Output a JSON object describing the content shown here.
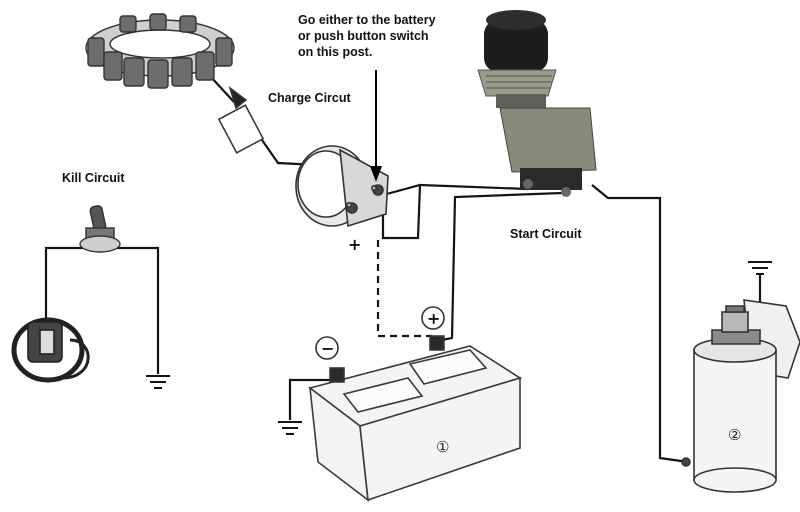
{
  "labels": {
    "note_line1": "Go either to the battery",
    "note_line2": "or push button switch",
    "note_line3": "on this post.",
    "charge": "Charge Circut",
    "kill": "Kill Circuit",
    "start": "Start Circuit"
  },
  "symbols": {
    "plus_gauge": "+",
    "battery_minus": "−",
    "battery_plus": "+",
    "battery_number": "①",
    "starter_number": "②"
  },
  "colors": {
    "wire": "#141414",
    "outline": "#3a3a3a",
    "battery_fill": "#f4f4f4",
    "button_cap": "#1c1c1c",
    "metal": "#8a8a7a"
  }
}
